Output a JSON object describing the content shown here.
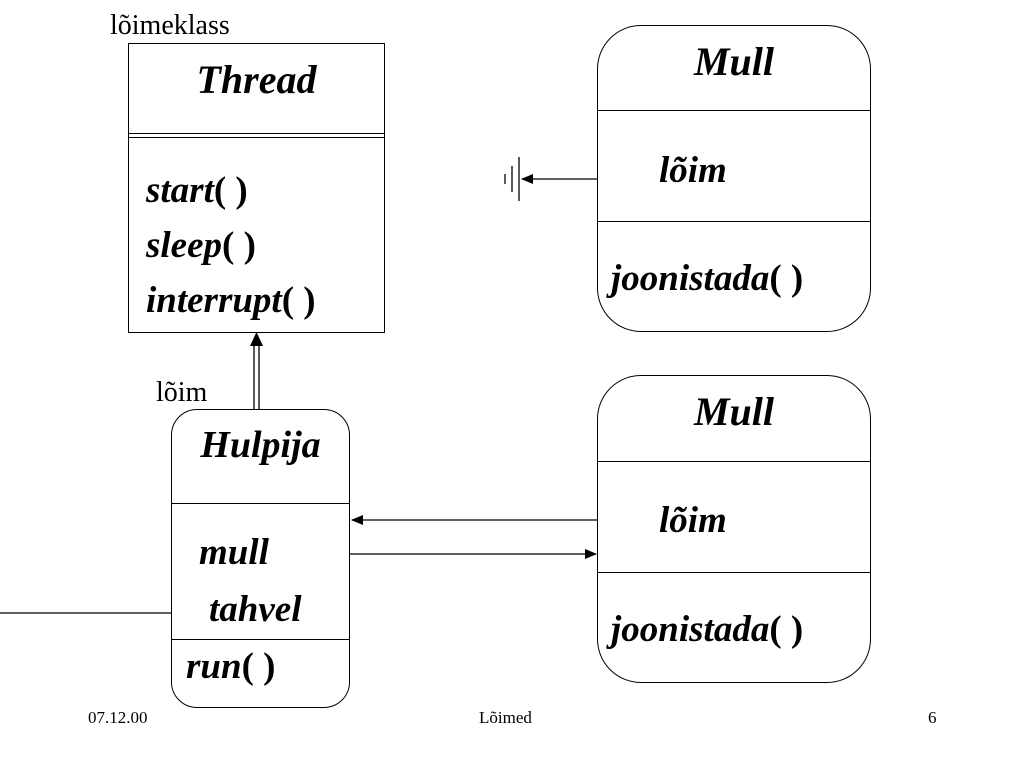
{
  "labels": {
    "superclass_caption": "lõimeklass",
    "thread_field_caption": "lõim"
  },
  "thread_class": {
    "name": "Thread",
    "methods": [
      {
        "name": "start",
        "parens": "( )"
      },
      {
        "name": "sleep",
        "parens": "( )"
      },
      {
        "name": "interrupt",
        "parens": "( )"
      }
    ]
  },
  "hulpija_class": {
    "name": "Hulpija",
    "fields": [
      "mull",
      "tahvel"
    ],
    "method": {
      "name": "run",
      "parens": "( )"
    }
  },
  "mull_top": {
    "name": "Mull",
    "field": "lõim",
    "method": {
      "name": "joonistada",
      "parens": "( )"
    }
  },
  "mull_bottom": {
    "name": "Mull",
    "field": "lõim",
    "method": {
      "name": "joonistada",
      "parens": "( )"
    }
  },
  "footer": {
    "date": "07.12.00",
    "title": "Lõimed",
    "page": "6"
  }
}
